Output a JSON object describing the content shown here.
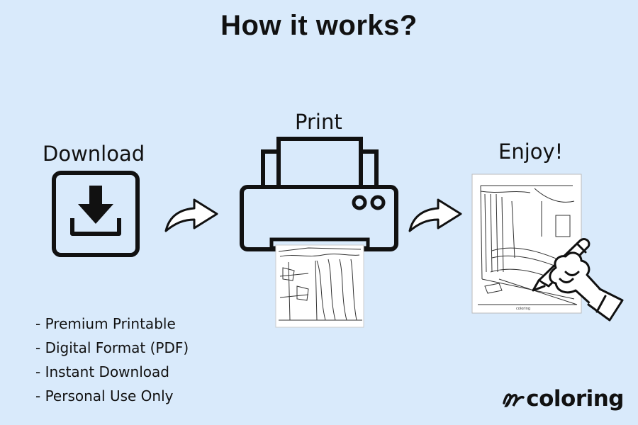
{
  "page": {
    "title": "How it works?"
  },
  "steps": [
    {
      "label": "Download",
      "icon": "download-icon"
    },
    {
      "label": "Print",
      "icon": "printer-icon"
    },
    {
      "label": "Enjoy!",
      "icon": "coloring-page-icon"
    }
  ],
  "features": [
    "- Premium Printable",
    "- Digital Format (PDF)",
    "- Instant Download",
    "- Personal Use Only"
  ],
  "logo": {
    "text": "coloring",
    "icon": "coloring-logo-icon"
  },
  "colors": {
    "background": "#d9eafb",
    "ink": "#111111"
  }
}
